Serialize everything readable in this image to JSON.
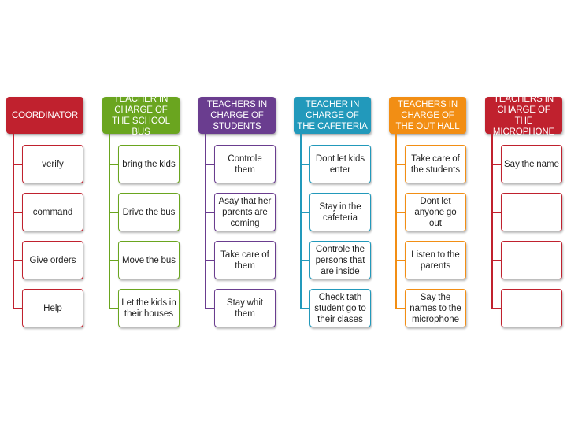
{
  "columns": [
    {
      "header": "COORDINATOR",
      "color": "#c0212e",
      "items": [
        "verify",
        "command",
        "Give orders",
        "Help"
      ]
    },
    {
      "header": "TEACHER IN CHARGE OF THE SCHOOL BUS",
      "color": "#6aa51f",
      "items": [
        "bring the kids",
        "Drive the bus",
        "Move the bus",
        "Let the kids in their houses"
      ]
    },
    {
      "header": "TEACHERS IN CHARGE OF STUDENTS",
      "color": "#6a3d8f",
      "items": [
        "Controle them",
        "Asay that her parents are coming",
        "Take care of them",
        "Stay whit them"
      ]
    },
    {
      "header": "TEACHER IN CHARGE OF  THE CAFETERIA",
      "color": "#2299bb",
      "items": [
        "Dont let kids enter",
        "Stay in the cafeteria",
        "Controle the persons that are inside",
        "Check tath student go to their clases"
      ]
    },
    {
      "header": "TEACHERS IN CHARGE OF THE OUT HALL",
      "color": "#f28e14",
      "items": [
        "Take care of the students",
        "Dont let anyone go out",
        "Listen to the parents",
        "Say the names to the microphone"
      ]
    },
    {
      "header": "TEACHERS IN CHARGE OF THE MICROPHONE",
      "color": "#c0212e",
      "items": [
        "Say the name",
        "",
        "",
        ""
      ]
    }
  ]
}
